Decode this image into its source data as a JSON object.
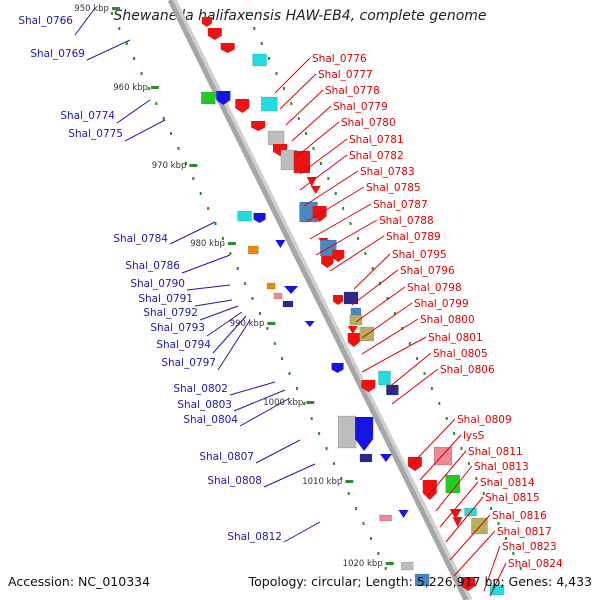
{
  "title": "Shewanella halifaxensis HAW-EB4, complete genome",
  "accession_text": "Accession: NC_010334",
  "stats_text": "Topology: circular; Length: 5,226,917 bp; Genes: 4,433",
  "colors": {
    "axis": "#a6a6a6",
    "tick": "#2e8b2e",
    "right_label": "#dd0000",
    "left_label": "#1a1aaa",
    "ruler_text": "#333333"
  },
  "ruler_ticks": [
    "950 kbp",
    "960 kbp",
    "970 kbp",
    "980 kbp",
    "990 kbp",
    "1000 kbp",
    "1010 kbp",
    "1020 kbp"
  ],
  "left_labels": [
    "Shal_0766",
    "Shal_0769",
    "Shal_0774",
    "Shal_0775",
    "Shal_0784",
    "Shal_0786",
    "Shal_0790",
    "Shal_0791",
    "Shal_0792",
    "Shal_0793",
    "Shal_0794",
    "Shal_0797",
    "Shal_0802",
    "Shal_0803",
    "Shal_0804",
    "Shal_0807",
    "Shal_0808",
    "Shal_0812"
  ],
  "right_labels": [
    "Shal_0776",
    "Shal_0777",
    "Shal_0778",
    "Shal_0779",
    "Shal_0780",
    "Shal_0781",
    "Shal_0782",
    "Shal_0783",
    "Shal_0785",
    "Shal_0787",
    "Shal_0788",
    "Shal_0789",
    "Shal_0795",
    "Shal_0796",
    "Shal_0798",
    "Shal_0799",
    "Shal_0800",
    "Shal_0801",
    "Shal_0805",
    "Shal_0806",
    "Shal_0809",
    "lysS",
    "Shal_0811",
    "Shal_0813",
    "Shal_0814",
    "Shal_0815",
    "Shal_0816",
    "Shal_0817",
    "Shal_0823",
    "Shal_0824"
  ],
  "gene_colors": {
    "red": "#ee1111",
    "blue": "#1414e6",
    "cyan": "#22dddd",
    "green": "#22cc22",
    "grey": "#bdbdbd",
    "steelblue": "#4a86c0",
    "olive": "#b5b060",
    "navy": "#2a2a88",
    "pink": "#ee8899",
    "orange": "#ee8800"
  }
}
